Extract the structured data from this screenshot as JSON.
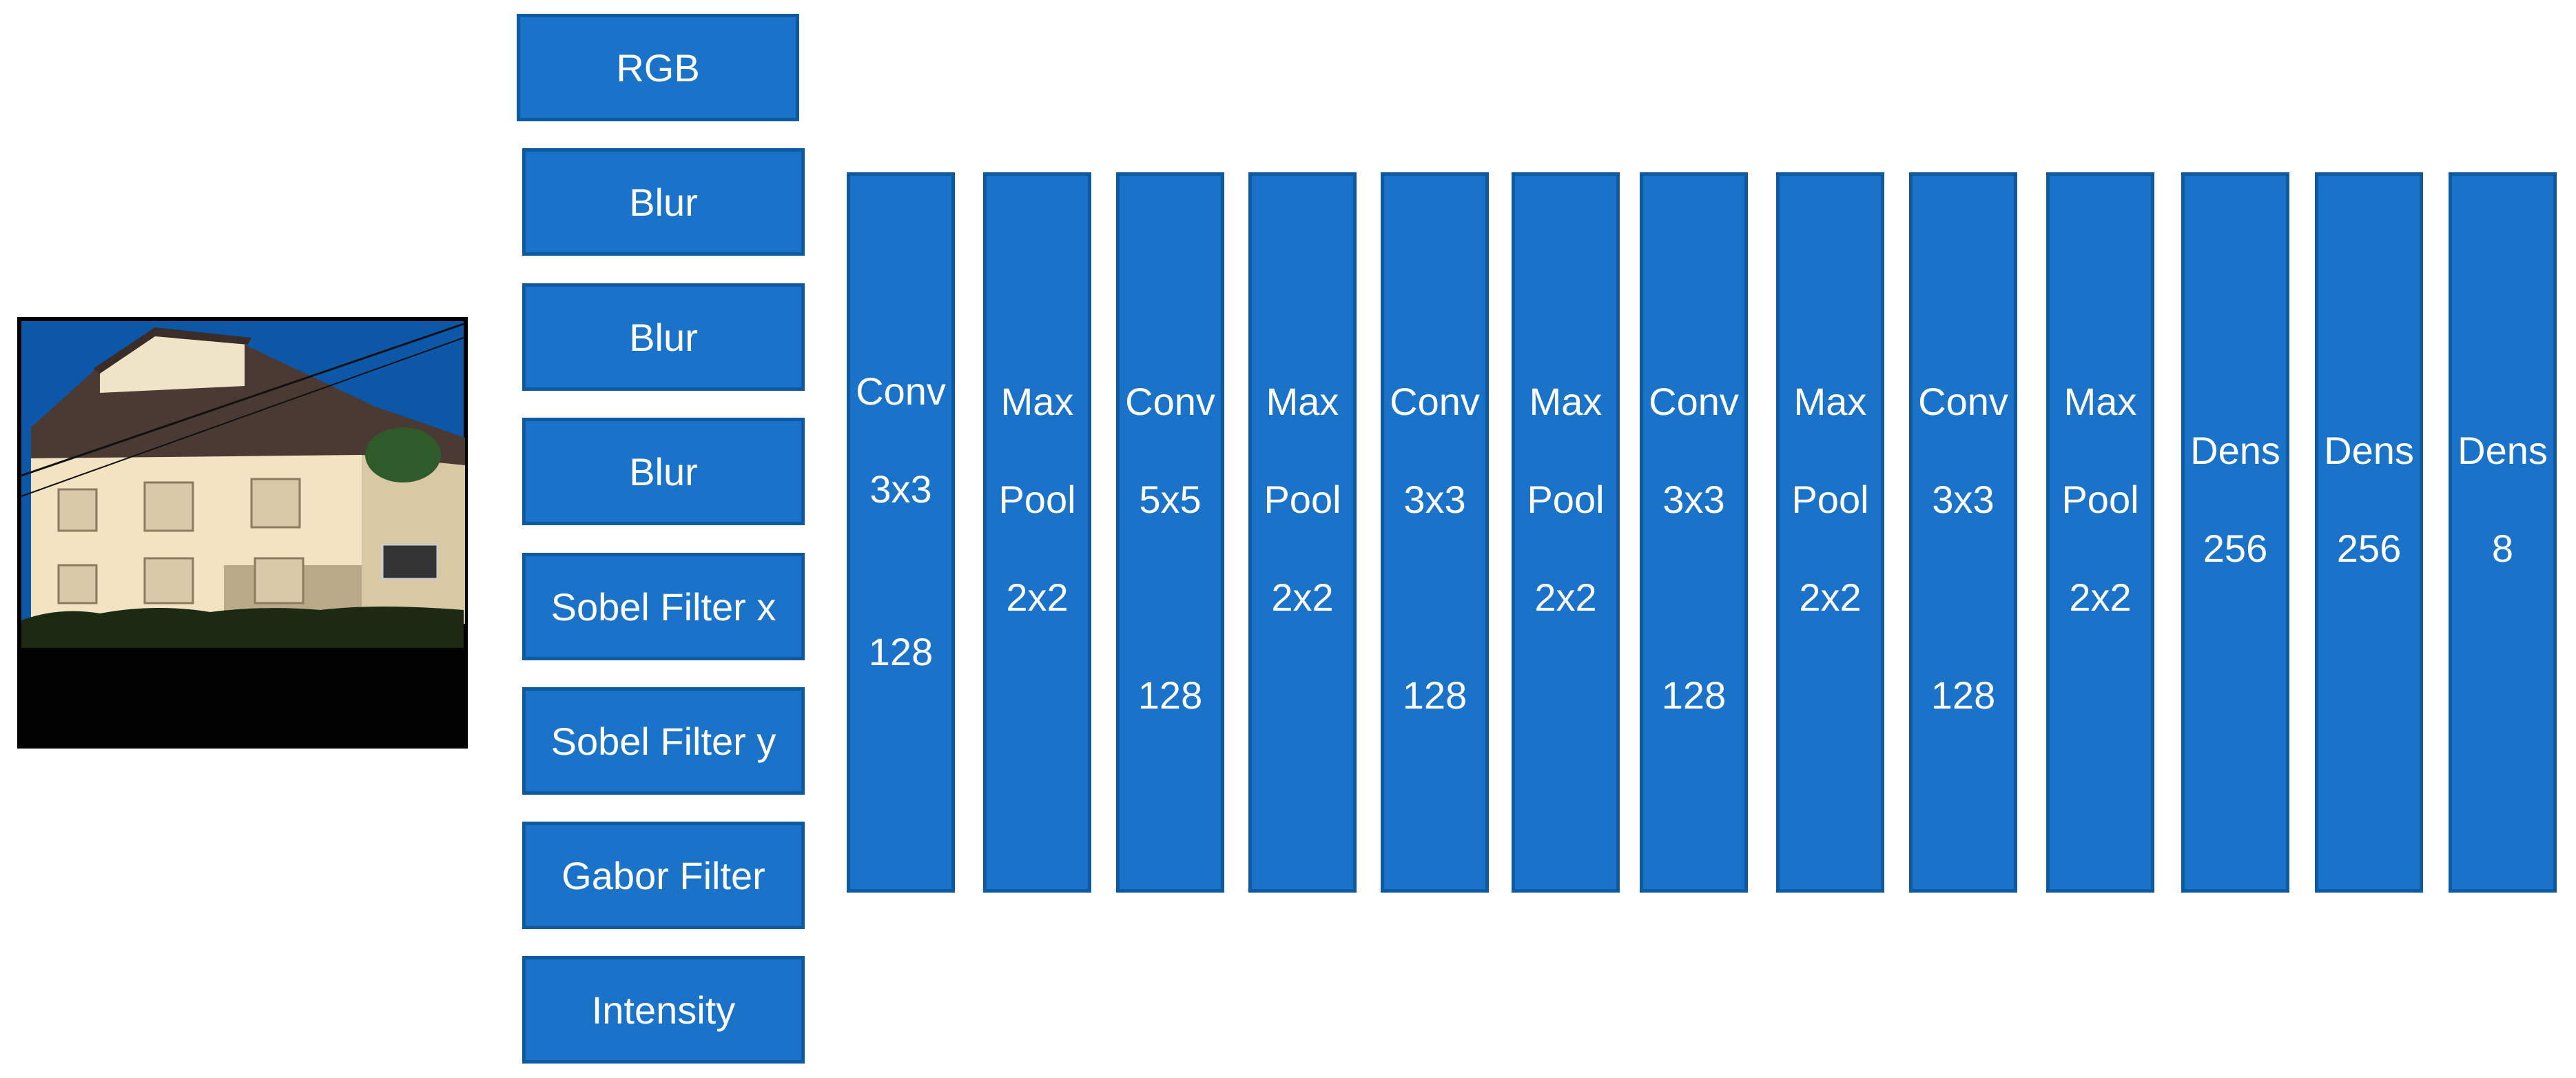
{
  "colors": {
    "box_fill": "#1a73c9",
    "box_border": "#0d5aa0",
    "text": "#ffffff"
  },
  "input_image": {
    "description": "house photo",
    "icon": "house-photo"
  },
  "filters": [
    {
      "label": "RGB"
    },
    {
      "label": "Blur"
    },
    {
      "label": "Blur"
    },
    {
      "label": "Blur"
    },
    {
      "label": "Sobel Filter x"
    },
    {
      "label": "Sobel Filter y"
    },
    {
      "label": "Gabor Filter"
    },
    {
      "label": "Intensity"
    }
  ],
  "layers": [
    {
      "lines": [
        "Conv",
        "3x3",
        "128"
      ]
    },
    {
      "lines": [
        "Max",
        "Pool",
        "2x2"
      ]
    },
    {
      "lines": [
        "Conv",
        "5x5",
        "128"
      ]
    },
    {
      "lines": [
        "Max",
        "Pool",
        "2x2"
      ]
    },
    {
      "lines": [
        "Conv",
        "3x3",
        "128"
      ]
    },
    {
      "lines": [
        "Max",
        "Pool",
        "2x2"
      ]
    },
    {
      "lines": [
        "Conv",
        "3x3",
        "128"
      ]
    },
    {
      "lines": [
        "Max",
        "Pool",
        "2x2"
      ]
    },
    {
      "lines": [
        "Conv",
        "3x3",
        "128"
      ]
    },
    {
      "lines": [
        "Max",
        "Pool",
        "2x2"
      ]
    },
    {
      "lines": [
        "Dens",
        "256"
      ]
    },
    {
      "lines": [
        "Dens",
        "256"
      ]
    },
    {
      "lines": [
        "Dens",
        "8"
      ]
    }
  ]
}
